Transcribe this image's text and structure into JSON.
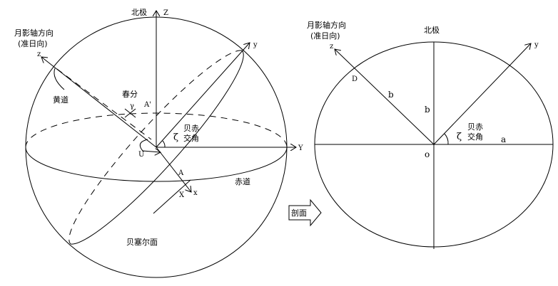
{
  "left": {
    "north_pole": "北极",
    "Z_axis": "Z",
    "Y_axis": "Y",
    "X_axis": "X",
    "shadow_axis_line1": "月影轴方向",
    "shadow_axis_line2": "(准日向)",
    "z_axis": "z",
    "y_axis": "y",
    "x_axis": "x",
    "ecliptic": "黄道",
    "vernal_equinox": "春分",
    "gamma": "γ",
    "point_A_prime": "A'",
    "point_A": "A",
    "angle_line1": "贝赤",
    "angle_line2": "交角",
    "zeta": "ζ",
    "U": "U",
    "equator": "赤道",
    "bessel_plane": "贝塞尔面"
  },
  "section_arrow": "剖面",
  "right": {
    "north_pole": "北极",
    "shadow_axis_line1": "月影轴方向",
    "shadow_axis_line2": "(准日向)",
    "z_axis": "z",
    "y_axis": "y",
    "point_D": "D",
    "b1": "b",
    "b2": "b",
    "origin": "o",
    "a": "a",
    "zeta": "ζ",
    "angle_line1": "贝赤",
    "angle_line2": "交角"
  }
}
